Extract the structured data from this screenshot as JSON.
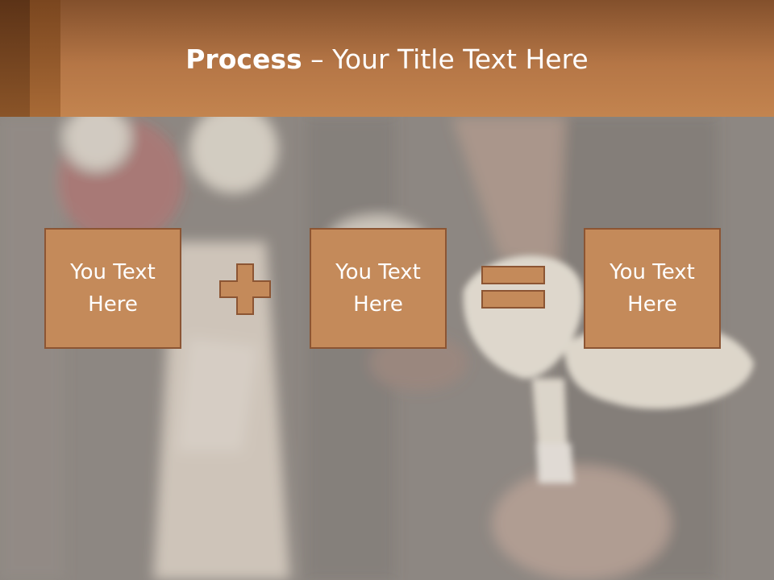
{
  "slide": {
    "title_bold": "Process",
    "title_rest": " – Your Title Text Here",
    "boxes": [
      {
        "label": "You Text Here"
      },
      {
        "label": "You Text Here"
      },
      {
        "label": "You Text Here"
      }
    ],
    "operators": [
      "plus-icon",
      "equals-icon"
    ]
  },
  "colors": {
    "header": "#b57646",
    "box_fill": "#c48a5a",
    "box_border": "#8c5533",
    "title_text": "#ffffff"
  }
}
